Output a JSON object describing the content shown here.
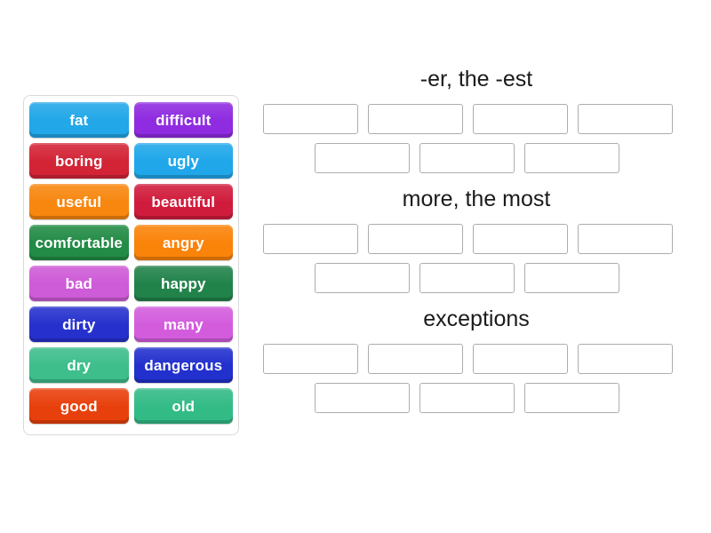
{
  "activity": {
    "type": "group-sort",
    "tray_label": "word-tiles-tray"
  },
  "tiles": [
    {
      "label": "fat",
      "color": "#22a7e8"
    },
    {
      "label": "difficult",
      "color": "#8f2be0"
    },
    {
      "label": "boring",
      "color": "#d32436"
    },
    {
      "label": "ugly",
      "color": "#1fa7ea"
    },
    {
      "label": "useful",
      "color": "#f7870f"
    },
    {
      "label": "beautiful",
      "color": "#d01c3c"
    },
    {
      "label": "comfortable",
      "color": "#228b45"
    },
    {
      "label": "angry",
      "color": "#fa8309"
    },
    {
      "label": "bad",
      "color": "#ce5bd7"
    },
    {
      "label": "happy",
      "color": "#21824a"
    },
    {
      "label": "dirty",
      "color": "#2631cd"
    },
    {
      "label": "many",
      "color": "#d35cdd"
    },
    {
      "label": "dry",
      "color": "#3dbe8b"
    },
    {
      "label": "dangerous",
      "color": "#2230cd"
    },
    {
      "label": "good",
      "color": "#e8400c"
    },
    {
      "label": "old",
      "color": "#33bb86"
    }
  ],
  "groups": [
    {
      "title": "-er, the -est",
      "rows": [
        {
          "slots": [
            "",
            "",
            "",
            ""
          ]
        },
        {
          "slots": [
            "",
            "",
            ""
          ]
        }
      ]
    },
    {
      "title": "more, the most",
      "rows": [
        {
          "slots": [
            "",
            "",
            "",
            ""
          ]
        },
        {
          "slots": [
            "",
            "",
            ""
          ]
        }
      ]
    },
    {
      "title": "exceptions",
      "rows": [
        {
          "slots": [
            "",
            "",
            "",
            ""
          ]
        },
        {
          "slots": [
            "",
            "",
            ""
          ]
        }
      ]
    }
  ],
  "colors": {
    "page_background": "#ffffff",
    "tray_border": "#d9d9d9",
    "slot_border": "#adadad",
    "slot_fill": "#ffffff",
    "title_text": "#1b1b1b",
    "tile_text": "#ffffff"
  }
}
